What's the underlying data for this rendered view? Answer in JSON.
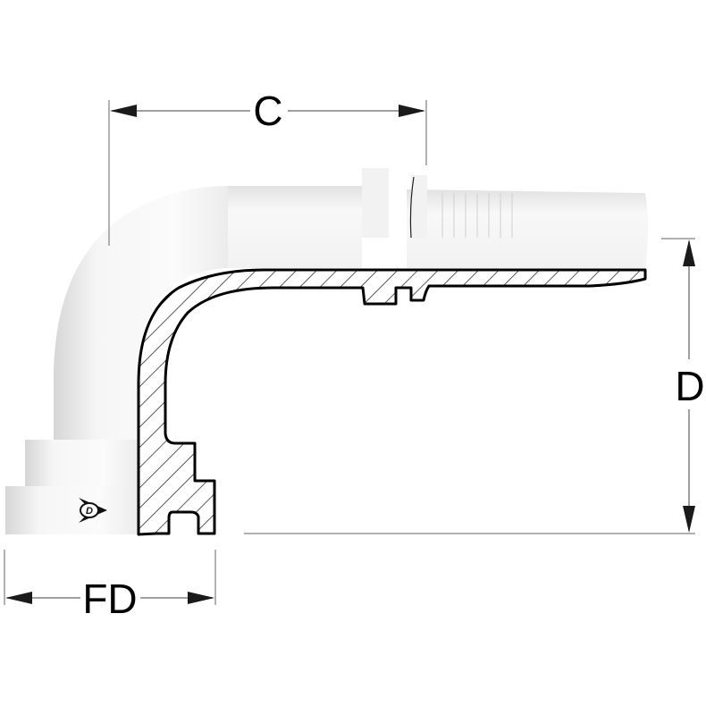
{
  "drawing": {
    "subject": "90-degree flange hose fitting (elbow) with cutaway section",
    "colors": {
      "background": "#ffffff",
      "body": "#f4f4f4",
      "body_shadow": "#d8d8d8",
      "outline": "#000000",
      "dimension_line": "#808080",
      "arrow": "#1a1a1a"
    }
  },
  "dimensions": {
    "C": {
      "label": "C",
      "orientation": "horizontal"
    },
    "D": {
      "label": "D",
      "orientation": "vertical"
    },
    "FD": {
      "label": "FD",
      "orientation": "horizontal"
    }
  },
  "logo": {
    "icon": "dunlop-d-arrow-icon",
    "letter": "D"
  }
}
